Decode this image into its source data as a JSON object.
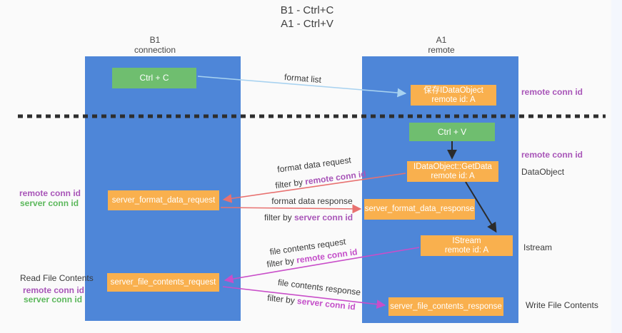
{
  "title": {
    "line1": "B1 - Ctrl+C",
    "line2": "A1 - Ctrl+V"
  },
  "lanes": {
    "left": {
      "name": "B1",
      "subtitle": "connection"
    },
    "right": {
      "name": "A1",
      "subtitle": "remote"
    }
  },
  "nodes": {
    "ctrl_c": {
      "label": "Ctrl + C"
    },
    "save_dataobject": {
      "line1": "保存IDataObject",
      "line2": "remote id: A"
    },
    "ctrl_v": {
      "label": "Ctrl + V"
    },
    "getdata": {
      "line1": "IDataObject::GetData",
      "line2": "remote id: A"
    },
    "server_format_data_request": {
      "label": "server_format_data_request"
    },
    "server_format_data_response": {
      "label": "server_format_data_response"
    },
    "istream": {
      "line1": "IStream",
      "line2": "remote id: A"
    },
    "server_file_contents_request": {
      "label": "server_file_contents_request"
    },
    "server_file_contents_response": {
      "label": "server_file_contents_response"
    }
  },
  "arrows": {
    "format_list": {
      "label": "format list"
    },
    "format_data_request": {
      "label": "format data request",
      "filter_prefix": "filter by ",
      "filter_key": "remote conn id"
    },
    "format_data_response": {
      "label": "format data response",
      "filter_prefix": "filter by ",
      "filter_key": "server conn id"
    },
    "file_contents_request": {
      "label": "file contents request",
      "filter_prefix": "filter by ",
      "filter_key": "remote conn id"
    },
    "file_contents_response": {
      "label": "file contents response",
      "filter_prefix": "filter by ",
      "filter_key": "server conn id"
    }
  },
  "side_labels": {
    "right_top_remote_conn_id": "remote conn id",
    "right_mid_remote_conn_id": "remote conn id",
    "dataobject": "DataObject",
    "istream": "Istream",
    "write_file_contents": "Write File Contents",
    "left_format_remote_conn_id": "remote conn id",
    "left_format_server_conn_id": "server conn id",
    "read_file_contents": "Read File Contents",
    "left_file_remote_conn_id": "remote conn id",
    "left_file_server_conn_id": "server conn id"
  },
  "colors": {
    "lane_blue": "#4e86d8",
    "box_green": "#6fbe6f",
    "box_orange": "#f9b04e",
    "arrow_light_blue": "#a8d2f0",
    "arrow_black": "#2b2b2b",
    "arrow_red": "#e87170",
    "arrow_magenta": "#c94ec9",
    "label_purple": "#a855b8",
    "label_green": "#5cb85c",
    "text_dark": "#3c3c3c",
    "background": "#fafafa"
  }
}
